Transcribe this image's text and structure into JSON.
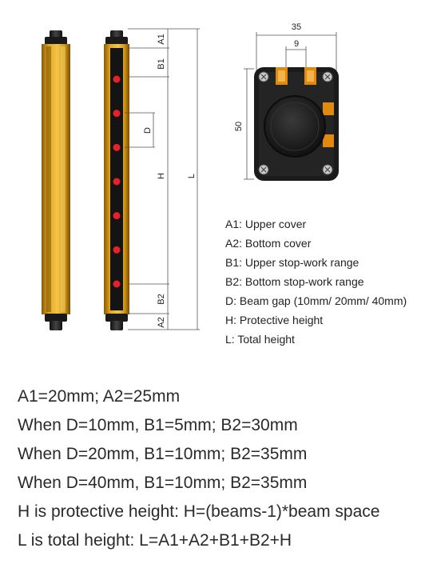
{
  "dimensions": {
    "a1": "A1",
    "b1": "B1",
    "d": "D",
    "h": "H",
    "l": "L",
    "b2": "B2",
    "a2": "A2",
    "width": "35",
    "slot": "9",
    "height": "50"
  },
  "legend": [
    "A1: Upper cover",
    "A2: Bottom cover",
    "B1: Upper stop-work range",
    "B2: Bottom stop-work range",
    "D: Beam gap (10mm/ 20mm/ 40mm)",
    "H: Protective height",
    "L:  Total height"
  ],
  "notes": [
    "A1=20mm; A2=25mm",
    "When D=10mm, B1=5mm; B2=30mm",
    "When D=20mm, B1=10mm; B2=35mm",
    "When D=40mm, B1=10mm; B2=35mm",
    "H is protective height:  H=(beams-1)*beam space",
    "L is total height: L=A1+A2+B1+B2+H"
  ],
  "colors": {
    "housing": "#d9a01c",
    "housing_dark": "#8a5a0a",
    "window": "#141414",
    "beam": "#e8202a",
    "dim_line": "#555555"
  },
  "beam_count": 7
}
